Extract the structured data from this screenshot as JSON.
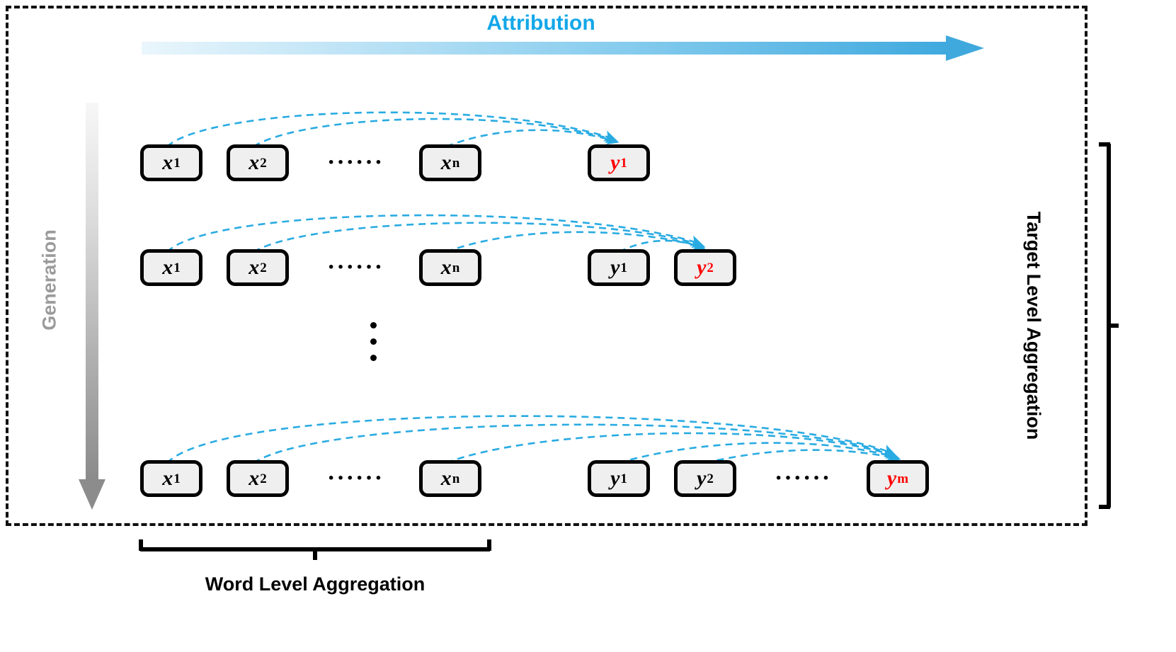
{
  "figure": {
    "title": "Attribution",
    "title_color": "#13A7E8",
    "generation_label": "Generation",
    "generation_label_color": "#9b9b9b",
    "target_level_label": "Target Level Aggregation",
    "word_level_label": "Word Level Aggregation",
    "horizontal_ellipsis": "······",
    "accent_color": "#29ABE2",
    "highlight_color": "#FF0000",
    "token_fill": "#efefef",
    "token_border": "#000000"
  },
  "rows": [
    {
      "id": "row-1",
      "tokens": [
        {
          "base": "x",
          "sub": "1",
          "highlight": false
        },
        {
          "base": "x",
          "sub": "2",
          "highlight": false
        },
        {
          "ellipsis": true
        },
        {
          "base": "x",
          "sub": "n",
          "highlight": false
        },
        {
          "base": "y",
          "sub": "1",
          "highlight": true
        }
      ]
    },
    {
      "id": "row-2",
      "tokens": [
        {
          "base": "x",
          "sub": "1",
          "highlight": false
        },
        {
          "base": "x",
          "sub": "2",
          "highlight": false
        },
        {
          "ellipsis": true
        },
        {
          "base": "x",
          "sub": "n",
          "highlight": false
        },
        {
          "base": "y",
          "sub": "1",
          "highlight": false
        },
        {
          "base": "y",
          "sub": "2",
          "highlight": true
        }
      ]
    },
    {
      "id": "row-m",
      "tokens": [
        {
          "base": "x",
          "sub": "1",
          "highlight": false
        },
        {
          "base": "x",
          "sub": "2",
          "highlight": false
        },
        {
          "ellipsis": true
        },
        {
          "base": "x",
          "sub": "n",
          "highlight": false
        },
        {
          "base": "y",
          "sub": "1",
          "highlight": false
        },
        {
          "base": "y",
          "sub": "2",
          "highlight": false
        },
        {
          "ellipsis": true
        },
        {
          "base": "y",
          "sub": "m",
          "highlight": true
        }
      ]
    }
  ],
  "row_labels": {
    "r1": {
      "x1": "x1",
      "x2": "x2",
      "xn": "xn",
      "y1": "y1"
    },
    "r2": {
      "x1": "x1",
      "x2": "x2",
      "xn": "xn",
      "y1": "y1",
      "y2": "y2"
    },
    "r3": {
      "x1": "x1",
      "x2": "x2",
      "xn": "xn",
      "y1": "y1",
      "y2": "y2",
      "ym": "ym"
    }
  }
}
